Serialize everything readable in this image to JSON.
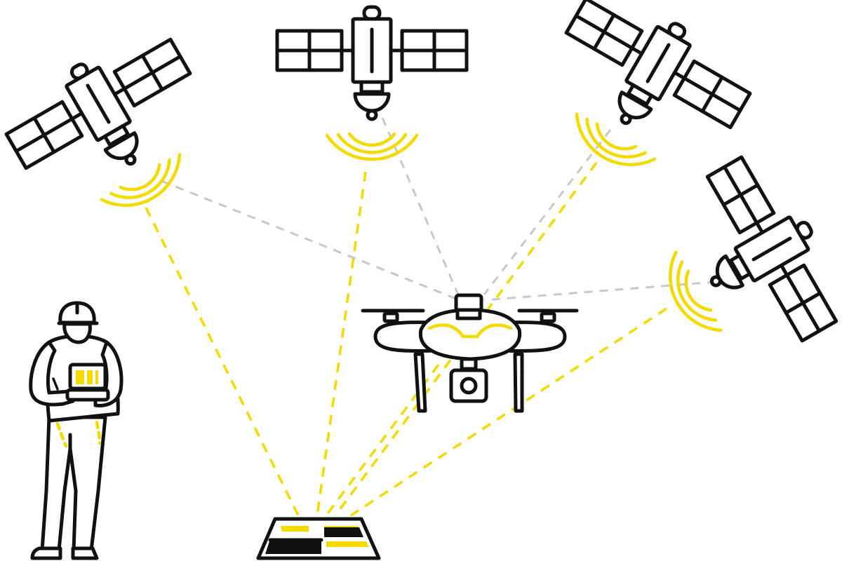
{
  "colors": {
    "accent": "#F5DA00",
    "outline": "#111111",
    "link": "#C8C8C8",
    "background": "#FFFFFF"
  },
  "diagram": {
    "nodes": [
      {
        "id": "satellite-1",
        "kind": "satellite-icon"
      },
      {
        "id": "satellite-2",
        "kind": "satellite-icon"
      },
      {
        "id": "satellite-3",
        "kind": "satellite-icon"
      },
      {
        "id": "satellite-4",
        "kind": "satellite-icon"
      },
      {
        "id": "drone",
        "kind": "drone-icon"
      },
      {
        "id": "ground-station",
        "kind": "gnss-base-station-icon"
      },
      {
        "id": "operator",
        "kind": "operator-with-controller-icon"
      }
    ],
    "edges": [
      {
        "from": "satellite-1",
        "to": "ground-station",
        "style": "yellow-dashed"
      },
      {
        "from": "satellite-2",
        "to": "ground-station",
        "style": "yellow-dashed"
      },
      {
        "from": "satellite-3",
        "to": "ground-station",
        "style": "yellow-dashed"
      },
      {
        "from": "satellite-4",
        "to": "ground-station",
        "style": "yellow-dashed"
      },
      {
        "from": "satellite-1",
        "to": "drone",
        "style": "gray-dashed"
      },
      {
        "from": "satellite-2",
        "to": "drone",
        "style": "gray-dashed"
      },
      {
        "from": "satellite-3",
        "to": "drone",
        "style": "gray-dashed"
      },
      {
        "from": "satellite-4",
        "to": "drone",
        "style": "gray-dashed"
      },
      {
        "from": "ground-station",
        "to": "drone",
        "style": "yellow-dashed"
      }
    ]
  }
}
